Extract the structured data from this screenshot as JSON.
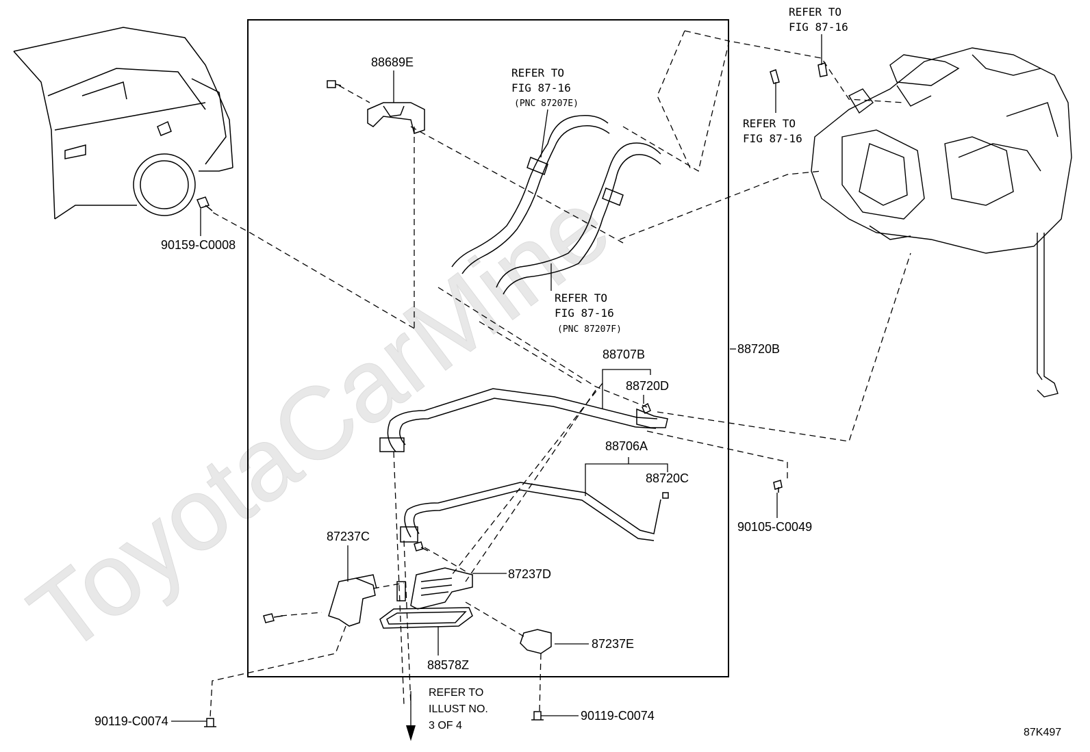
{
  "diagram_code": "87K497",
  "watermark": "ToyotaCarMine",
  "parts": {
    "p88689E": "88689E",
    "p90159": "90159-C0008",
    "p88720B": "88720B",
    "p88707B": "88707B",
    "p88720D": "88720D",
    "p88706A": "88706A",
    "p88720C": "88720C",
    "p90105": "90105-C0049",
    "p87237C": "87237C",
    "p87237D": "87237D",
    "p87237E": "87237E",
    "p88578Z": "88578Z",
    "p90119_left": "90119-C0074",
    "p90119_right": "90119-C0074"
  },
  "refs": {
    "top_right_1": [
      "REFER TO",
      "FIG 87-16"
    ],
    "top_right_2": [
      "REFER TO",
      "FIG 87-16"
    ],
    "hose_e": [
      "REFER TO",
      "FIG 87-16",
      "(PNC 87207E)"
    ],
    "hose_f": [
      "REFER TO",
      "FIG 87-16",
      "(PNC 87207F)"
    ],
    "bottom": [
      "REFER TO",
      "ILLUST NO.",
      "3 OF 4"
    ]
  }
}
